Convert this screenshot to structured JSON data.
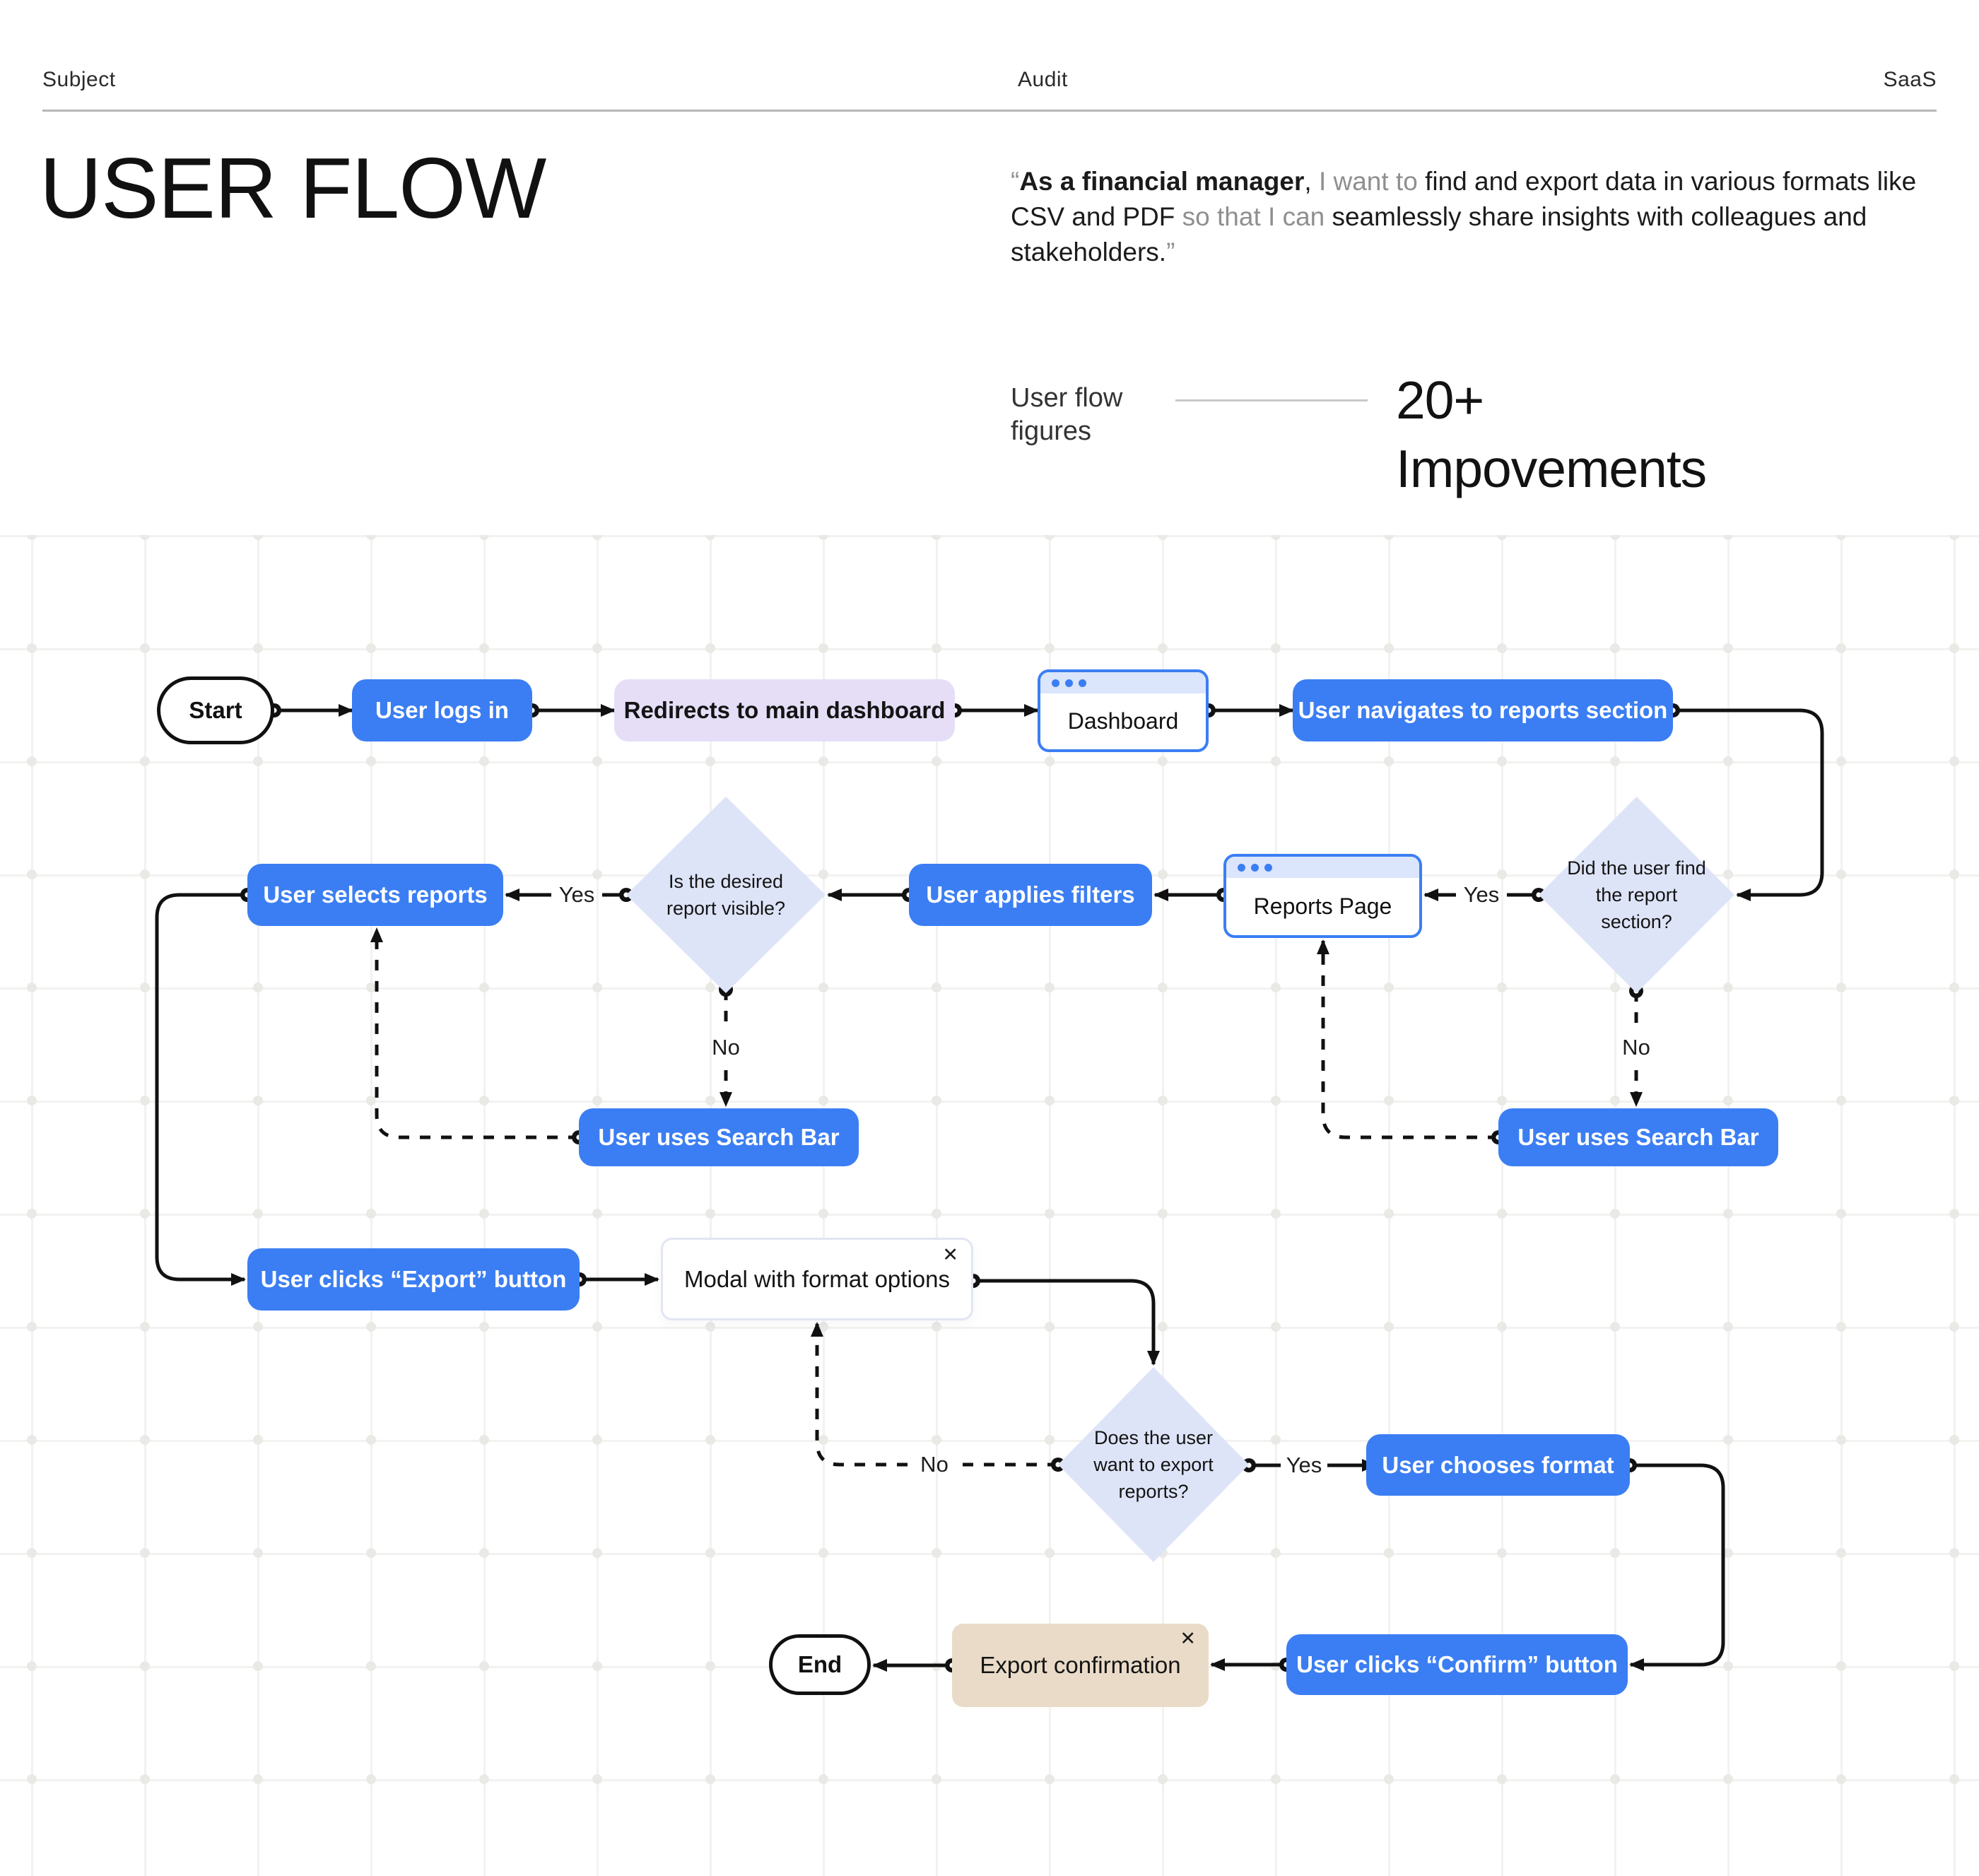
{
  "header": {
    "left": "Subject",
    "center": "Audit",
    "right": "SaaS"
  },
  "title": "USER FLOW",
  "quote": {
    "open_mark": "“",
    "s1_bold": "As a financial manager",
    "s2": ", ",
    "s3_gray": "I want to ",
    "s4": "find and export data in various formats like CSV and PDF ",
    "s5_gray": "so that I can ",
    "s6": "seamlessly share insights with colleagues and stakeholders.",
    "close_mark": "”"
  },
  "annotation": {
    "line1": "User flow",
    "line2": "figures"
  },
  "stat": {
    "line1": "20+",
    "line2": "Impovements"
  },
  "nodes": {
    "start": "Start",
    "user_logs_in": "User logs in",
    "redirects": "Redirects to main dashboard",
    "dashboard": "Dashboard",
    "navigates": "User navigates to reports section",
    "selects": "User selects reports",
    "diamond_report_visible": "Is the desired report visible?",
    "applies_filters": "User applies filters",
    "reports_page": "Reports Page",
    "diamond_find_section": "Did the user find the report section?",
    "search_left": "User uses Search Bar",
    "search_right": "User uses Search Bar",
    "export_btn": "User clicks “Export” button",
    "modal": "Modal with format options",
    "modal_close": "✕",
    "diamond_export": "Does the user want to export reports?",
    "chooses_format": "User chooses format",
    "confirm_btn": "User clicks “Confirm” button",
    "export_confirmation": "Export confirmation",
    "export_confirmation_close": "✕",
    "end": "End"
  },
  "labels": {
    "yes": "Yes",
    "no": "No"
  },
  "colors": {
    "accent_blue": "#3b7ef3",
    "lavender": "#e6def7",
    "diamond_fill": "#dee4f8",
    "beige": "#eadbc8",
    "window_header": "#dbe5fb",
    "connector": "#111111"
  }
}
